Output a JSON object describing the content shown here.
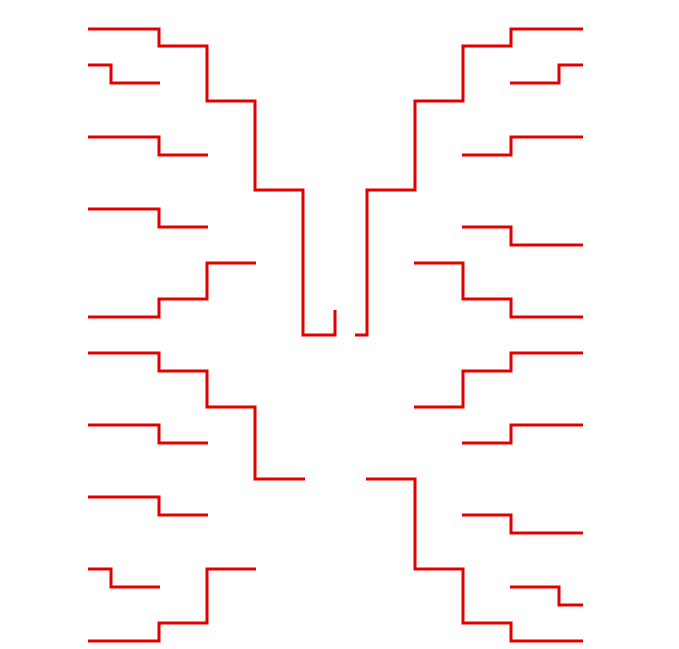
{
  "diagram": {
    "type": "tournament-bracket",
    "line_color": "#e00000",
    "background": "#ffffff",
    "sides": [
      "left",
      "right"
    ],
    "halves": [
      "top",
      "bottom"
    ],
    "has_text": false
  }
}
